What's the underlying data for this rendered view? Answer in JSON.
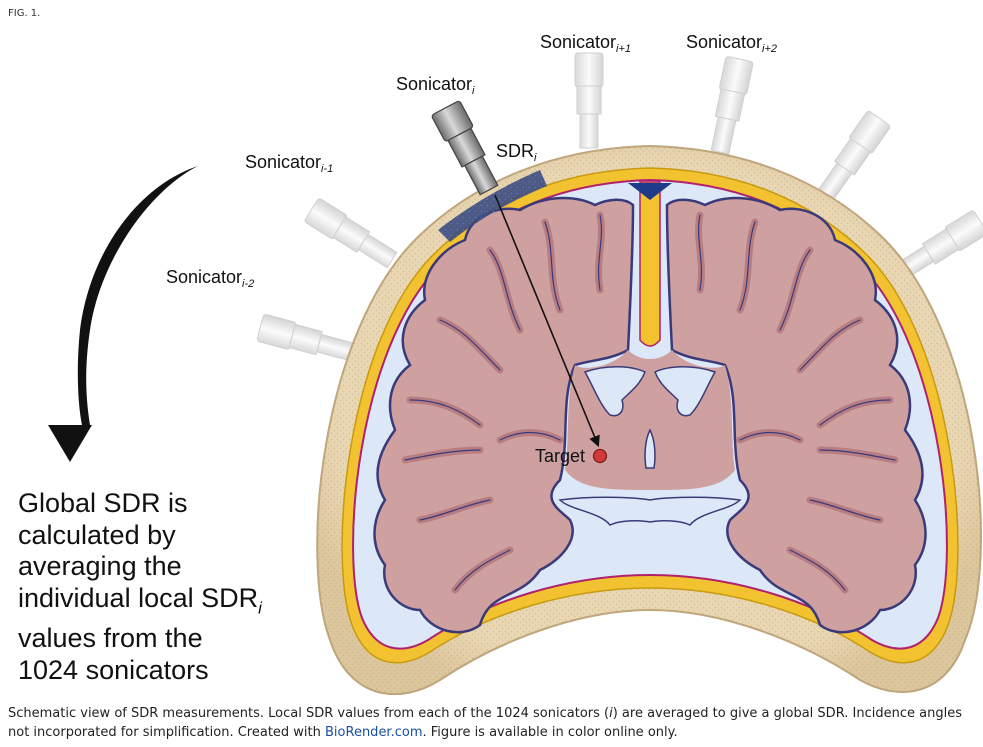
{
  "figure_label": "FIG. 1.",
  "labels": {
    "sonicator_i": {
      "base": "Sonicator",
      "sub": "i"
    },
    "sonicator_i_plus_1": {
      "base": "Sonicator",
      "sub": "i+1"
    },
    "sonicator_i_plus_2": {
      "base": "Sonicator",
      "sub": "i+2"
    },
    "sonicator_i_minus_1": {
      "base": "Sonicator",
      "sub": "i-1"
    },
    "sonicator_i_minus_2": {
      "base": "Sonicator",
      "sub": "i-2"
    },
    "sdr_i": {
      "base": "SDR",
      "sub": "i"
    },
    "target": "Target"
  },
  "global_text": {
    "line1": "Global SDR is",
    "line2": "calculated by",
    "line3": "averaging the",
    "line4_base": "individual local SDR",
    "line4_sub": "i",
    "line5": "values from the",
    "line6": "1024 sonicators"
  },
  "caption": {
    "part1": "Schematic view of SDR measurements. Local SDR values from each of the 1024 sonicators (",
    "italic_i": "i",
    "part2": ") are averaged to give a global SDR. Incidence angles not incorporated for simplification. Created with ",
    "link": "BioRender.com",
    "part3": ". Figure is available in color online only."
  },
  "colors": {
    "skull": "#e8d5b0",
    "skull_edge": "#bfa67c",
    "dura_yellow": "#f2c230",
    "csf": "#dce8f7",
    "pia": "#b0226e",
    "brain": "#cfa0a0",
    "brain_gyri": "#b87d82",
    "brain_edge": "#3a3a7a",
    "ventricle": "#dce8f7",
    "sdr_region": "#3b4d84",
    "target": "#d23a3a",
    "transducer_active": "#8f8f8f",
    "transducer_ghost": "#e6e6e6"
  }
}
